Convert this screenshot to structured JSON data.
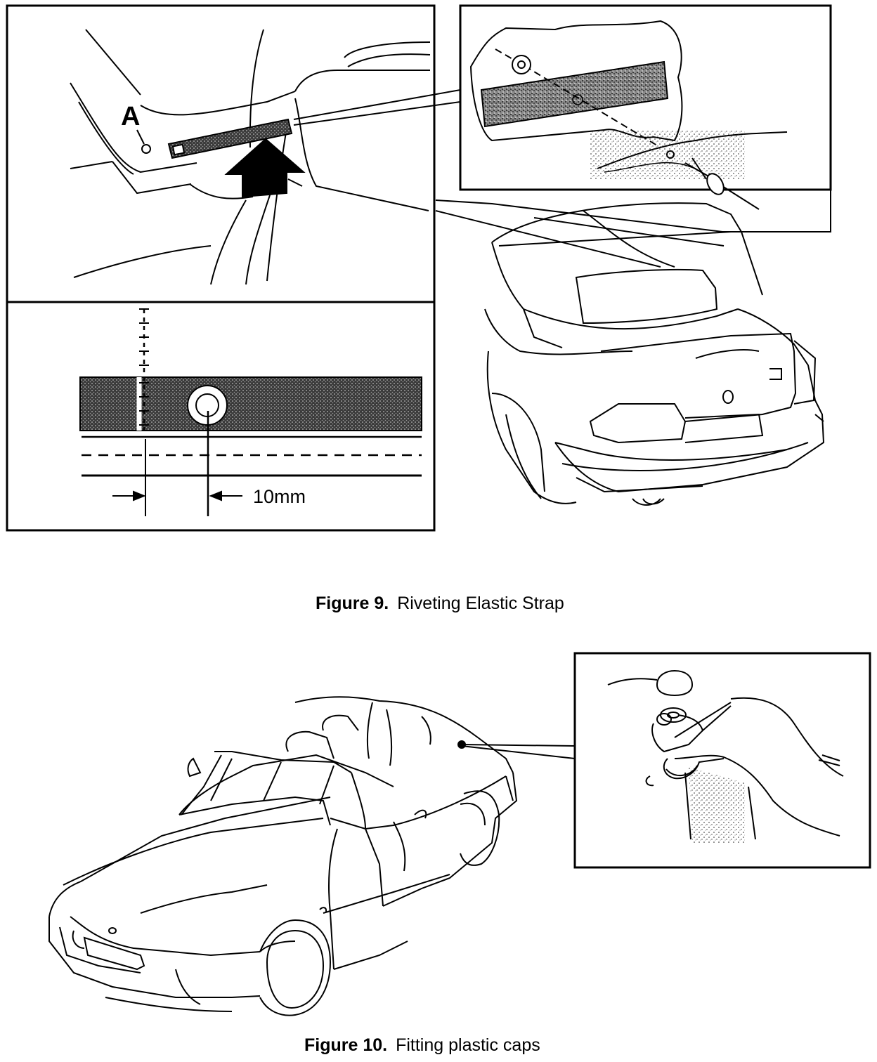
{
  "figure9": {
    "number": "Figure 9.",
    "caption": "Riveting Elastic Strap",
    "label_a": "A",
    "dimension_label": "10mm"
  },
  "figure10": {
    "number": "Figure 10.",
    "caption": "Fitting plastic caps"
  },
  "colors": {
    "ink": "#000000",
    "paper": "#ffffff",
    "hatch": "#555555"
  }
}
